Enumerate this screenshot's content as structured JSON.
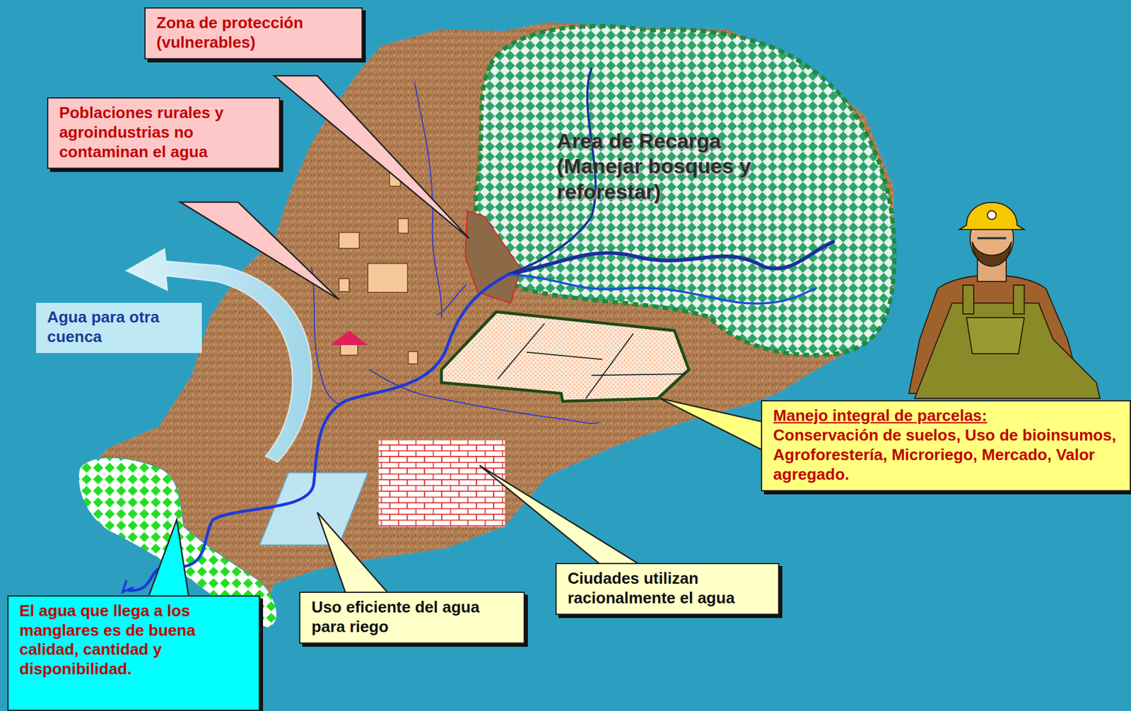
{
  "diagram": {
    "nodes": [
      {
        "text": [
          "Zona de protección (vulnerables)"
        ]
      },
      {
        "text": [
          "Poblaciones rurales y agroindustrias no contaminan el agua"
        ]
      },
      {
        "text": [
          "Area de Recarga (Manejar bosques y reforestar)"
        ]
      },
      {
        "text": [
          "Agua para otra cuenca"
        ]
      },
      {
        "text": [
          "Manejo integral de parcelas:",
          "Conservación de suelos, Uso de bioinsumos, Agroforestería, Microriego, Mercado, Valor agregado."
        ]
      },
      {
        "text": [
          "Ciudades utilizan racionalmente el agua"
        ]
      },
      {
        "text": [
          "Uso eficiente del agua para riego"
        ]
      },
      {
        "text": [
          "El agua que llega a los manglares es de buena calidad, cantidad y disponibilidad."
        ]
      }
    ]
  }
}
